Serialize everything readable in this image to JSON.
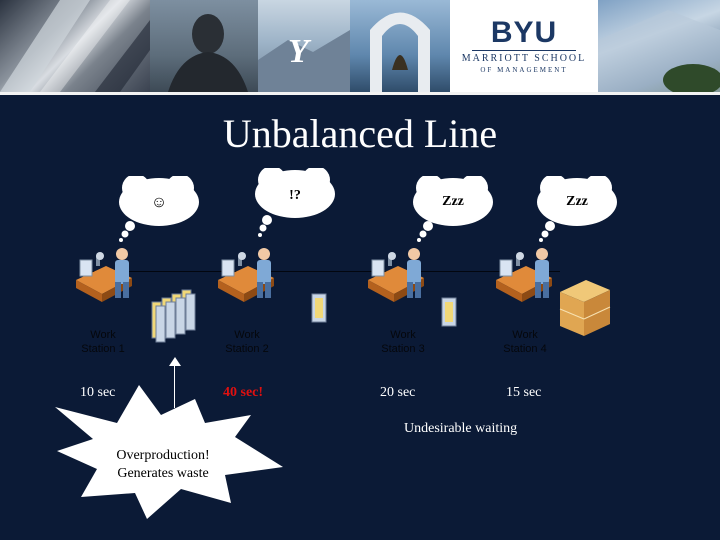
{
  "banner": {
    "logo": {
      "name": "BYU",
      "line1": "MARRIOTT SCHOOL",
      "line2": "OF MANAGEMENT"
    }
  },
  "slide": {
    "title": "Unbalanced Line",
    "stations": [
      {
        "label_line1": "Work",
        "label_line2": "Station 1",
        "time": "10 sec",
        "thought": "☺"
      },
      {
        "label_line1": "Work",
        "label_line2": "Station 2",
        "time": "40 sec!",
        "thought": "!?"
      },
      {
        "label_line1": "Work",
        "label_line2": "Station 3",
        "time": "20 sec",
        "thought": "Zzz"
      },
      {
        "label_line1": "Work",
        "label_line2": "Station 4",
        "time": "15 sec",
        "thought": "Zzz"
      }
    ],
    "waiting_note": "Undesirable waiting",
    "callout": {
      "line1": "Overproduction!",
      "line2": "Generates waste"
    }
  },
  "colors": {
    "background": "#0b1a36",
    "alert": "#e01010",
    "text": "#ffffff",
    "logo": "#1c3864"
  },
  "icons": [
    "thought-bubble-icon",
    "worker-station-icon",
    "wip-inventory-icon",
    "finished-boxes-icon",
    "explosion-burst-icon",
    "up-arrow-icon"
  ]
}
